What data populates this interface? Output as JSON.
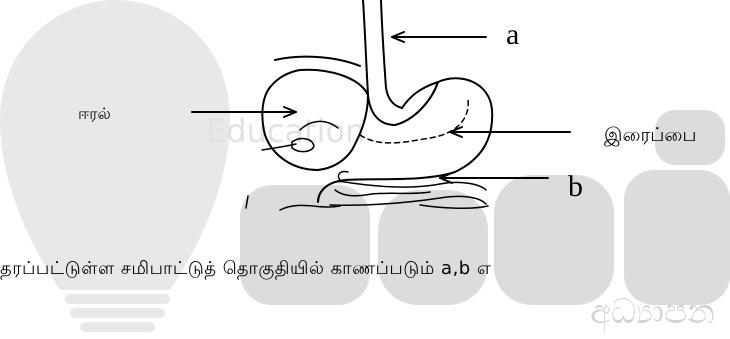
{
  "labels": {
    "a": "a",
    "b": "b",
    "liver": "ஈரல்",
    "stomach": "இரைப்பை"
  },
  "question": "தரப்பட்டுள்ள சமிபாட்டுத் தொகுதியில் காணப்படும் a,b எ",
  "watermark": {
    "brand_text": "Education",
    "sinhala_text": "අධ්‍යාපන",
    "logo_color": "#e6e6e6",
    "dark_color": "#d9d9d9"
  },
  "icons": [
    "lightbulb-logo-icon"
  ]
}
